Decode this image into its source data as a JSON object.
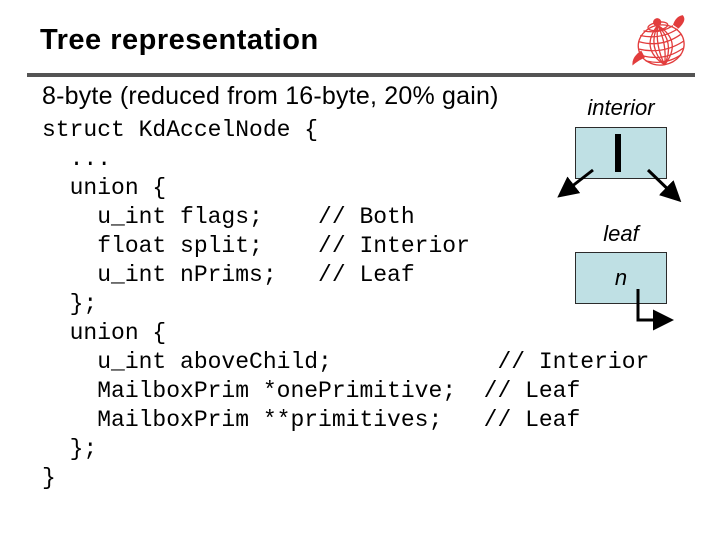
{
  "slide": {
    "title": "Tree representation",
    "subtitle": "8-byte (reduced from 16-byte, 20% gain)"
  },
  "logo": {
    "name": "utah-teapot",
    "color": "#e23c3c"
  },
  "code": {
    "language": "c++",
    "lines": [
      "struct KdAccelNode {",
      "  ...",
      "  union {",
      "    u_int flags;    // Both",
      "    float split;    // Interior",
      "    u_int nPrims;   // Leaf",
      "  };",
      "  union {",
      "    u_int aboveChild;            // Interior",
      "    MailboxPrim *onePrimitive;  // Leaf",
      "    MailboxPrim **primitives;   // Leaf",
      "  };",
      "}"
    ]
  },
  "diagram": {
    "interior": {
      "label": "interior"
    },
    "leaf": {
      "label": "leaf",
      "count_symbol": "n"
    },
    "box_fill": "#bfe0e4"
  },
  "colors": {
    "rule": "#545454",
    "text": "#000000"
  }
}
